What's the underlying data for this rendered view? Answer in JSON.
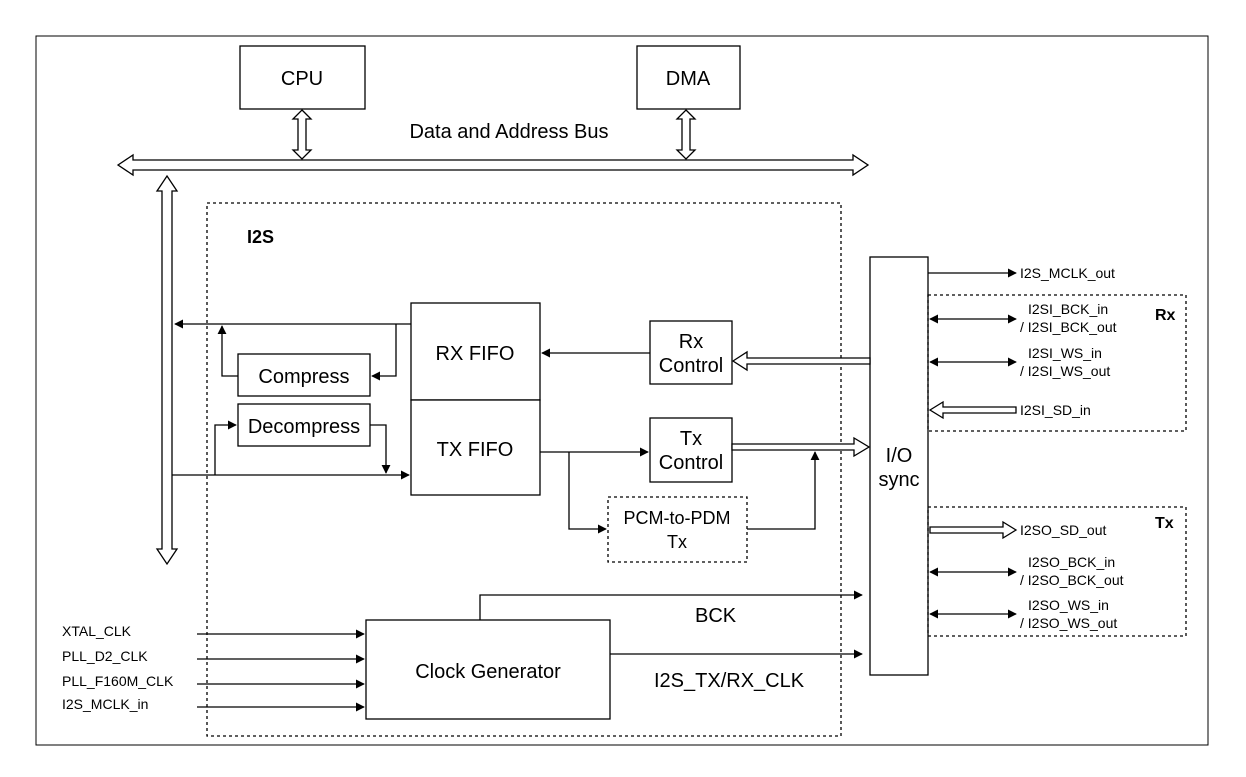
{
  "blocks": {
    "cpu": "CPU",
    "dma": "DMA",
    "bus": "Data and Address Bus",
    "i2s": "I2S",
    "rx_fifo": "RX FIFO",
    "tx_fifo": "TX FIFO",
    "compress": "Compress",
    "decompress": "Decompress",
    "rx_control_1": "Rx",
    "rx_control_2": "Control",
    "tx_control_1": "Tx",
    "tx_control_2": "Control",
    "pcm_pdm_1": "PCM-to-PDM",
    "pcm_pdm_2": "Tx",
    "io_sync_1": "I/O",
    "io_sync_2": "sync",
    "clock_generator": "Clock Generator",
    "bck": "BCK",
    "i2s_txrx_clk": "I2S_TX/RX_CLK"
  },
  "clock_inputs": [
    "XTAL_CLK",
    "PLL_D2_CLK",
    "PLL_F160M_CLK",
    "I2S_MCLK_in"
  ],
  "signals": {
    "mclk_out": "I2S_MCLK_out",
    "rx_group": "Rx",
    "rx_bck_1": "I2SI_BCK_in",
    "rx_bck_2": "/ I2SI_BCK_out",
    "rx_ws_1": "I2SI_WS_in",
    "rx_ws_2": "/ I2SI_WS_out",
    "rx_sd": "I2SI_SD_in",
    "tx_group": "Tx",
    "tx_sd": "I2SO_SD_out",
    "tx_bck_1": "I2SO_BCK_in",
    "tx_bck_2": "/ I2SO_BCK_out",
    "tx_ws_1": "I2SO_WS_in",
    "tx_ws_2": "/ I2SO_WS_out"
  }
}
